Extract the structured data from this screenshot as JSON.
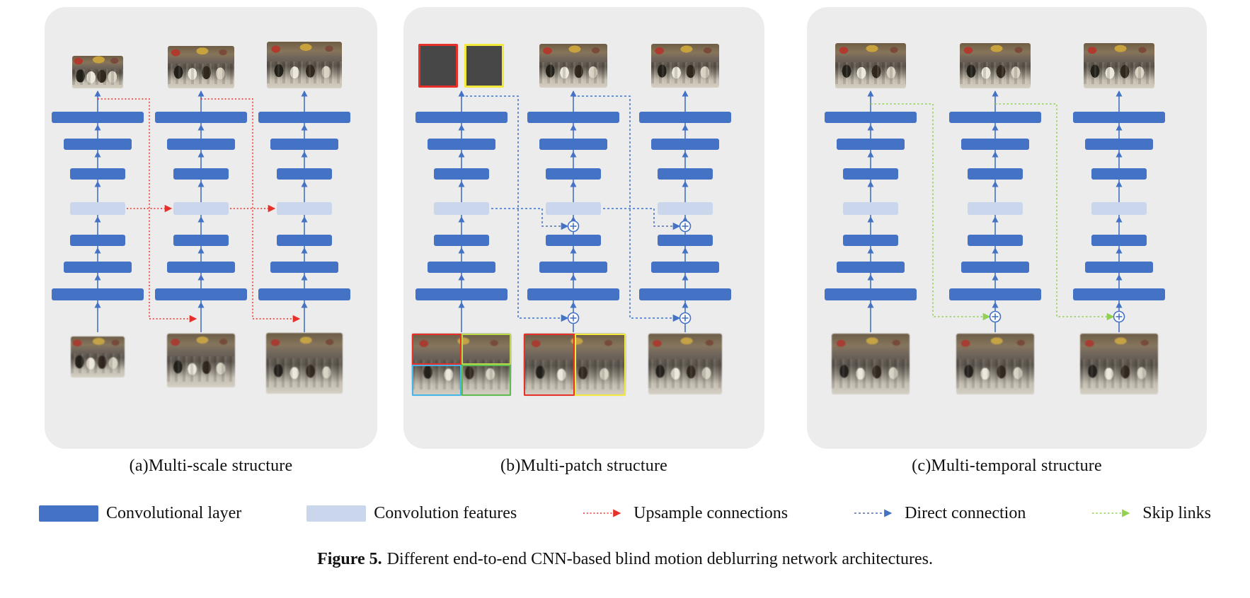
{
  "figure": {
    "panels": [
      {
        "id": "multi-scale",
        "label": "(a)Multi-scale structure",
        "columns": 3,
        "layers_per_column": 7
      },
      {
        "id": "multi-patch",
        "label": "(b)Multi-patch structure",
        "columns": 3,
        "layers_per_column": 7
      },
      {
        "id": "multi-temporal",
        "label": "(c)Multi-temporal structure",
        "columns": 3,
        "layers_per_column": 7
      }
    ],
    "legend": [
      {
        "kind": "swatch",
        "icon": "conv-layer-swatch",
        "color": "#4472C4",
        "label": "Convolutional layer"
      },
      {
        "kind": "swatch",
        "icon": "conv-features-swatch",
        "color": "#C9D6EC",
        "label": "Convolution features"
      },
      {
        "kind": "dashed-arrow",
        "icon": "red-dotted-arrow",
        "color": "#E8302A",
        "label": "Upsample connections"
      },
      {
        "kind": "dashed-arrow",
        "icon": "blue-dotted-arrow",
        "color": "#4472C4",
        "label": "Direct connection"
      },
      {
        "kind": "dashed-arrow",
        "icon": "green-dotted-arrow",
        "color": "#92D050",
        "label": "Skip links"
      }
    ],
    "caption": {
      "label": "Figure 5.",
      "text": "Different end-to-end CNN-based blind motion deblurring network architectures."
    }
  },
  "icons": {
    "merge_node": "⊕",
    "flow_arrow": "↑"
  },
  "colors": {
    "conv_layer": "#4472C4",
    "conv_features": "#C9D6EC",
    "upsample_connection": "#E8302A",
    "direct_connection": "#4472C4",
    "skip_link": "#92D050",
    "panel_background": "#ECECEC",
    "patch_red": "#E8302A",
    "patch_yellow": "#F2E93C",
    "patch_yellowgreen": "#B9D94A",
    "patch_blue": "#43B5E8",
    "patch_green": "#5BBB4E",
    "feature_patch_fill": "#474747"
  }
}
